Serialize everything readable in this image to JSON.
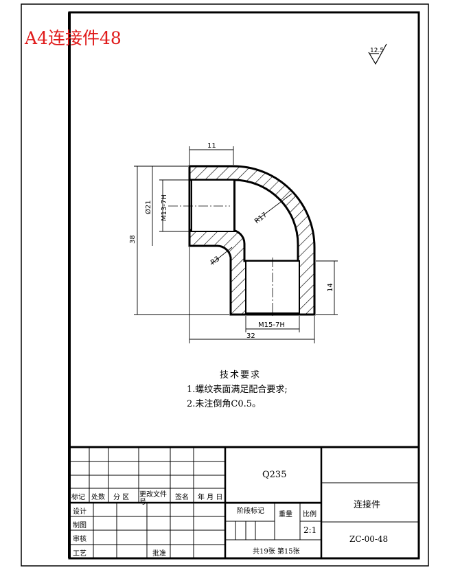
{
  "drawing": {
    "caption": "A4连接件48",
    "roughness": "12.5",
    "dims": {
      "width_top": "11",
      "dia_outer": "Ø21",
      "thread_top": "M13-7H",
      "height_total": "38",
      "r_inner": "R17",
      "r_small": "R3",
      "height_right": "14",
      "thread_bottom": "M15-7H",
      "width_total": "32"
    }
  },
  "notes": {
    "heading": "技术要求",
    "items": [
      "1.螺纹表面满足配合要求;",
      "2.未注倒角C0.5。"
    ]
  },
  "title_block": {
    "material": "Q235",
    "part_name": "连接件",
    "drawing_no": "ZC-00-48",
    "scale_label": "比例",
    "scale": "2:1",
    "weight_label": "重量",
    "stage_label": "阶段标记",
    "sheets": "共19张 第15张",
    "headers": [
      "标记",
      "处数",
      "分 区",
      "更改文件号",
      "签名",
      "年 月 日"
    ],
    "roles": [
      "设计",
      "制图",
      "审核",
      "工艺"
    ],
    "approve": "批准"
  }
}
